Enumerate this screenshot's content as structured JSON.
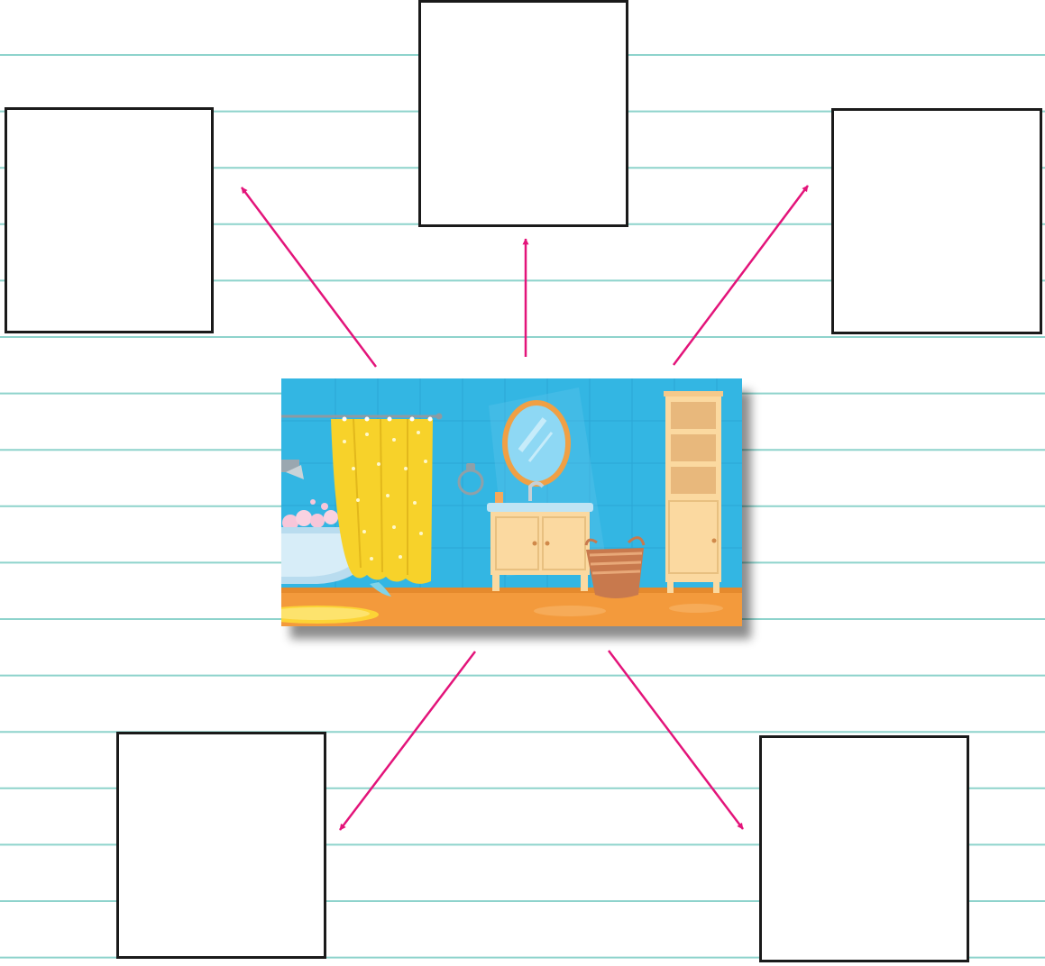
{
  "worksheet": {
    "line_color": "#8ed3cc",
    "arrow_color": "#e3147a",
    "box_border_color": "#1a1a1a"
  },
  "answer_boxes": [
    {
      "id": "top-left",
      "value": ""
    },
    {
      "id": "top-center",
      "value": ""
    },
    {
      "id": "top-right",
      "value": ""
    },
    {
      "id": "bottom-left",
      "value": ""
    },
    {
      "id": "bottom-right",
      "value": ""
    }
  ],
  "picture": {
    "subject": "bathroom-illustration",
    "colors": {
      "wall": "#33b6e3",
      "floor": "#f39a3c",
      "curtain": "#f7d22a",
      "cabinet": "#fbd9a0",
      "mirror_frame": "#f0a044",
      "basket": "#c8794d"
    }
  }
}
